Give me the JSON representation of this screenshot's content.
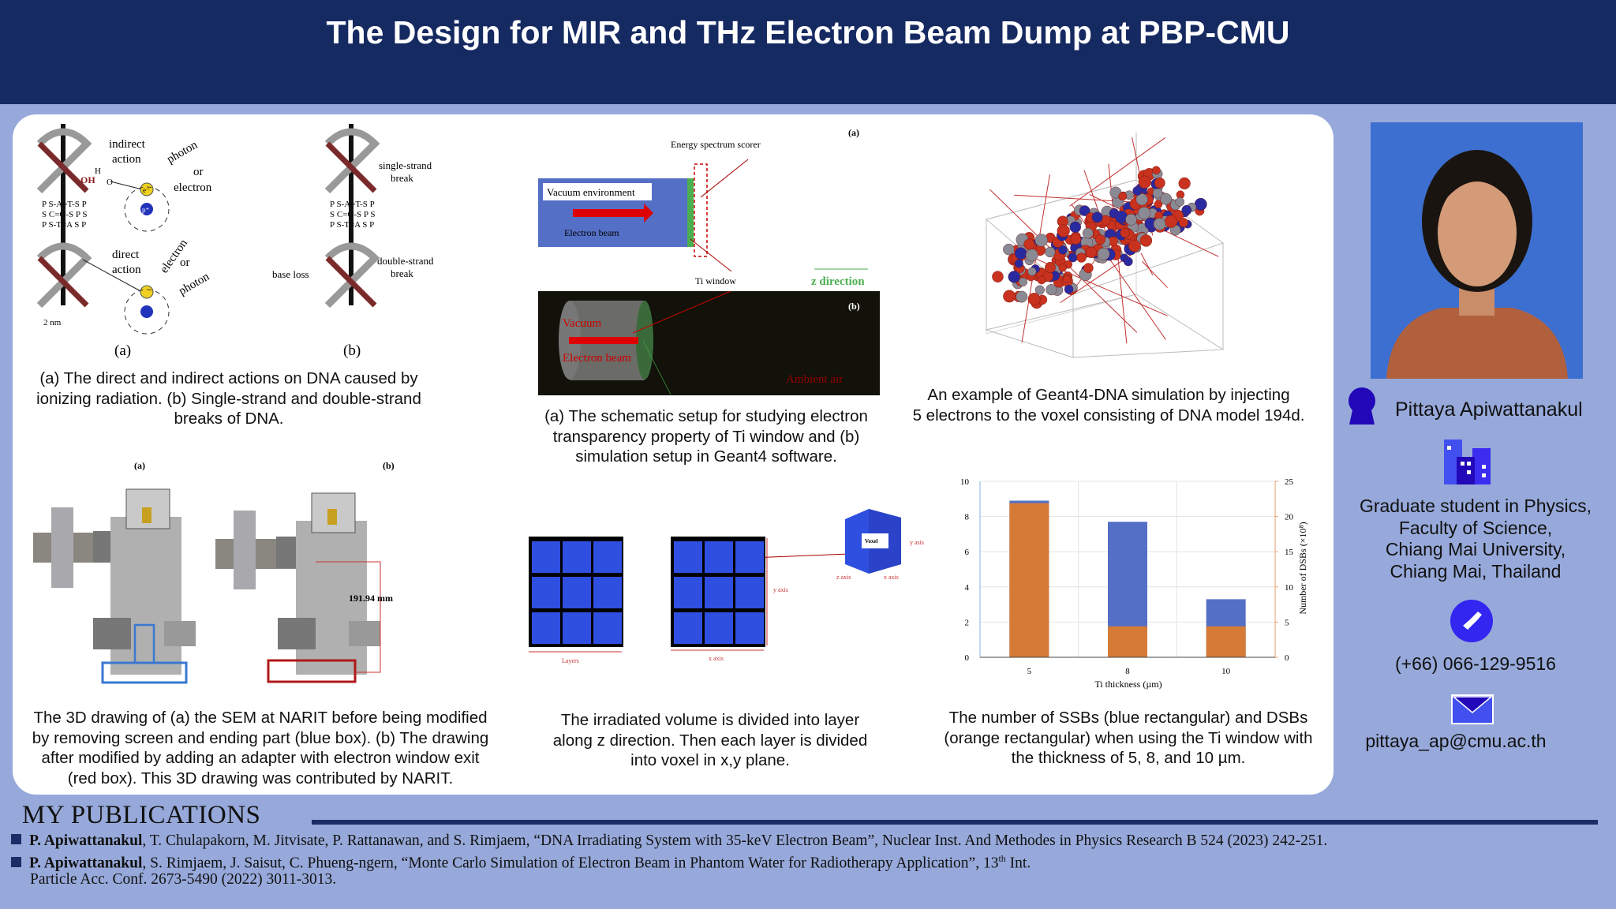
{
  "header": {
    "title": "The Design for MIR and THz Electron Beam Dump at PBP-CMU"
  },
  "colors": {
    "header": "#162a62",
    "background": "#97a9da",
    "panel": "#ffffff",
    "ssb": "#5470c6",
    "dsb": "#d67b37",
    "accent": "#3326f0"
  },
  "dna_figure": {
    "labels": {
      "indirect": "indirect",
      "indirect2": "action",
      "direct": "direct",
      "direct2": "action",
      "photon": "photon",
      "or": "or",
      "electron": "electron",
      "oh": "OH",
      "h": "H",
      "o": "O",
      "e": "e⁻",
      "p": "p⁺",
      "scale": "2 nm",
      "single": "single-strand",
      "single2": "break",
      "double": "double-strand",
      "double2": "break",
      "base_loss": "base loss",
      "a": "(a)",
      "b": "(b)"
    },
    "caption": [
      "(a) The direct and indirect actions on DNA caused by",
      "ionizing radiation. (b) Single-strand and double-strand",
      "breaks of DNA."
    ]
  },
  "setup_figure": {
    "labels": {
      "a": "(a)",
      "b": "(b)",
      "scorer": "Energy spectrum scorer",
      "vacuum_env": "Vacuum environment",
      "electron_beam": "Electron beam",
      "ti_window": "Ti window",
      "z_direction": "z direction",
      "vacuum": "Vacuum",
      "ambient_air": "Ambient air"
    },
    "caption": [
      "(a) The schematic setup for studying electron",
      "transparency property of Ti window and (b)",
      "simulation setup in Geant4 software."
    ]
  },
  "geant_figure": {
    "caption": [
      "An example of Geant4-DNA simulation by injecting",
      "5 electrons to the voxel consisting of DNA model 194d."
    ]
  },
  "sem_figure": {
    "labels": {
      "a": "(a)",
      "b": "(b)",
      "dimension": "191.94 mm"
    },
    "caption": [
      "The 3D drawing of (a) the SEM at NARIT before being modified",
      "by removing screen and ending part (blue box). (b) The drawing",
      "after modified by adding an adapter with electron window exit",
      "(red box). This 3D drawing was contributed by NARIT."
    ]
  },
  "voxel_figure": {
    "labels": {
      "layers": "Layers",
      "x_axis": "x axis",
      "y_axis": "y axis",
      "voxel": "Voxel",
      "z_axis": "z axis",
      "x_axis2": "x axis",
      "y_asis": "y asis"
    },
    "caption": [
      "The irradiated volume is divided into layer",
      "along z direction. Then each layer is divided",
      "into voxel in x,y plane."
    ]
  },
  "chart_data": {
    "type": "bar",
    "categories": [
      "5",
      "8",
      "10"
    ],
    "xlabel": "Ti thickness (µm)",
    "ylabel": "",
    "ylim": [
      0,
      10
    ],
    "yticks": [
      "0",
      "2",
      "4",
      "6",
      "8",
      "10"
    ],
    "y2label": "Number of DSBs (×10⁸)",
    "y2lim": [
      0,
      25
    ],
    "y2ticks": [
      "0",
      "5",
      "10",
      "15",
      "20",
      "25"
    ],
    "grid": true,
    "series": [
      {
        "axis": "left",
        "color": "#5470c6",
        "values": [
          8.9,
          7.7,
          3.3
        ]
      },
      {
        "axis": "right",
        "color": "#d67b37",
        "values": [
          21.9,
          4.4,
          4.4
        ]
      }
    ],
    "caption": [
      "The number of SSBs (blue rectangular) and DSBs",
      "(orange rectangular) when using the Ti window with",
      "the thickness of 5, 8, and 10 µm."
    ]
  },
  "profile": {
    "name": "Pittaya Apiwattanakul",
    "affiliation": [
      "Graduate student in Physics,",
      "Faculty of Science,",
      "Chiang Mai University,",
      "Chiang Mai, Thailand"
    ],
    "phone": "(+66) 066-129-9516",
    "email": "pittaya_ap@cmu.ac.th",
    "icons": {
      "person": "person-icon",
      "building": "building-icon",
      "phone": "phone-icon",
      "email": "envelope-icon"
    }
  },
  "publications": {
    "heading": "MY PUBLICATIONS",
    "items": [
      {
        "author": "P. Apiwattanakul",
        "rest": ", T. Chulapakorn, M. Jitvisate, P. Rattanawan, and S. Rimjaem, “DNA Irradiating System with 35-keV Electron Beam”, Nuclear Inst. And Methodes in Physics Research B 524 (2023) 242-251."
      },
      {
        "author": "P. Apiwattanakul",
        "rest": ", S. Rimjaem, J. Saisut, C. Phueng-ngern, “Monte Carlo Simulation of Electron Beam in Phantom Water for Radiotherapy Application”, 13",
        "sup": "th",
        "rest2": " Int.",
        "line2": "Particle Acc. Conf. 2673-5490 (2022) 3011-3013."
      }
    ]
  }
}
